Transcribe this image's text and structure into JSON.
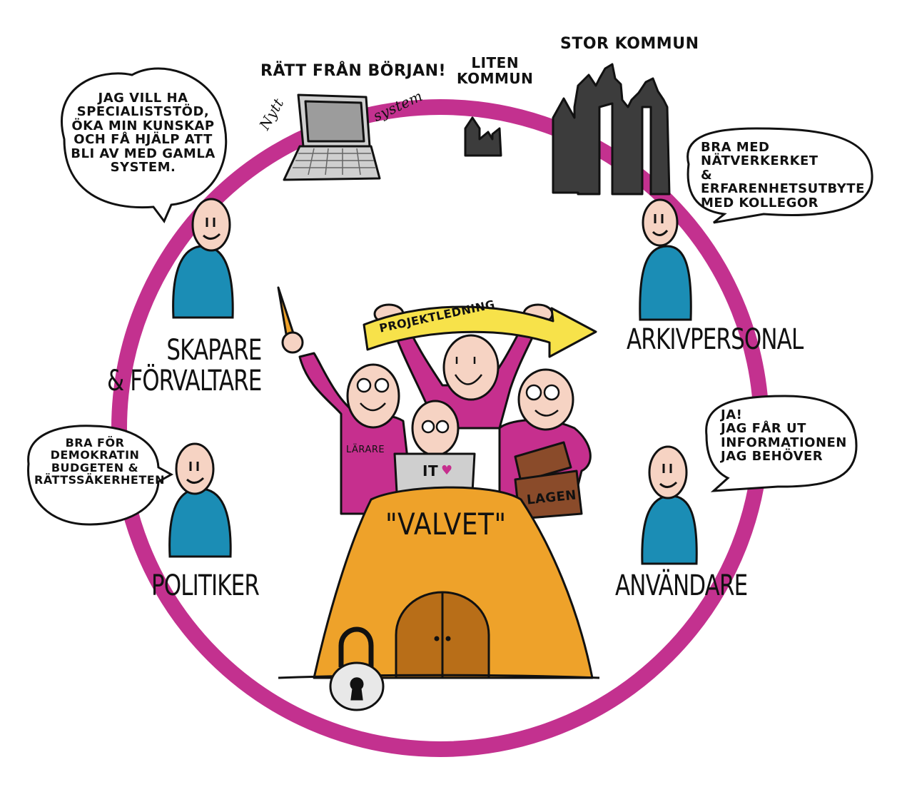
{
  "bubbles": {
    "skapare": "Jag vill ha\nspecialiststöd,\nöka min kunskap\noch få hjälp att\nbli av med gamla\nsystem.",
    "arkiv": "Bra med\nnätverkerket\n& erfarenhetsutbyte\nmed kollegor",
    "politiker": "Bra för\ndemokratin\nbudgeten &\nrättssäkerheten",
    "anvandare": "Ja!\nJag får ut\ninformationen\njag behöver"
  },
  "labels": {
    "skapare": "Skapare\n& Förvaltare",
    "arkiv": "Arkivpersonal",
    "politiker": "Politiker",
    "anvandare": "Användare"
  },
  "top": {
    "ratt": "Rätt från början!",
    "nytt": "Nytt",
    "system": "system",
    "liten": "Liten\nkommun",
    "stor": "Stor kommun"
  },
  "center": {
    "banner": "Projektledning",
    "larare": "Lärare",
    "it": "IT",
    "lagen": "Lagen",
    "valvet": "\"Valvet\""
  },
  "colors": {
    "ring": "#c3318f",
    "figure_body": "#1b8db5",
    "skin": "#f6d3c3",
    "team": "#c62f8e",
    "vault": "#eea22a",
    "door": "#b86e18",
    "banner": "#f7e24a",
    "city": "#3c3c3c",
    "laptop": "#cfcfcf"
  }
}
